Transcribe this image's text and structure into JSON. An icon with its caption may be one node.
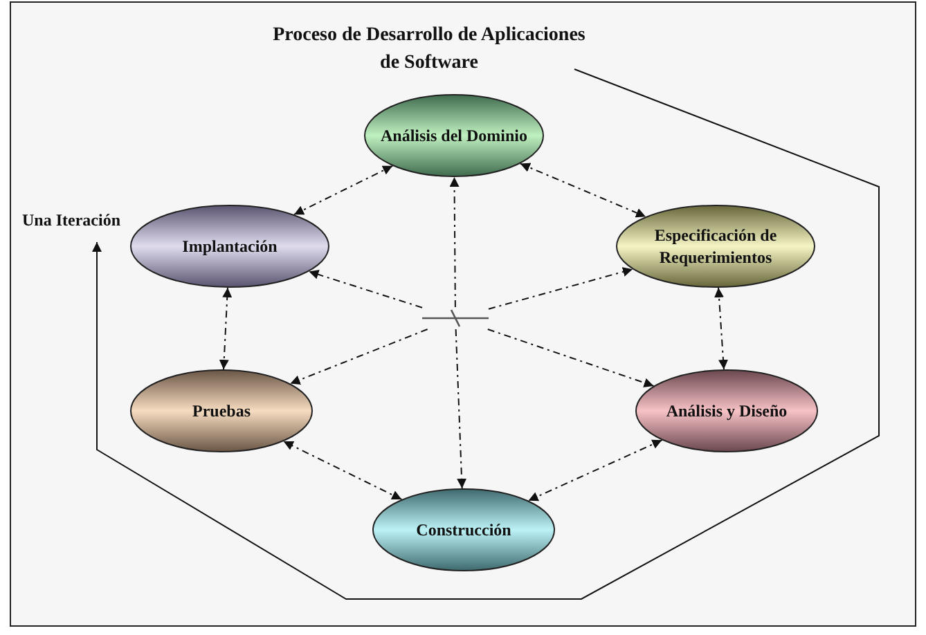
{
  "diagram": {
    "title": "Proceso de Desarrollo de Aplicaciones de Software",
    "nodes": [
      {
        "text": [
          "Análisis del Dominio"
        ]
      },
      {
        "text": [
          "Implantación"
        ]
      },
      {
        "text": [
          "Especificación de Requerimientos"
        ]
      },
      {
        "text": [
          "Pruebas"
        ]
      },
      {
        "text": [
          "Análisis y Diseño"
        ]
      },
      {
        "text": [
          "Construcción"
        ]
      },
      {
        "text": [
          "Una Iteración"
        ]
      },
      {
        "text": [],
        "shape": "cross"
      }
    ],
    "edges": [
      {
        "from": 0,
        "to": 2,
        "arrow": "both",
        "style": "dashed"
      },
      {
        "from": 2,
        "to": 4,
        "arrow": "both",
        "style": "dashed"
      },
      {
        "from": 4,
        "to": 5,
        "arrow": "both",
        "style": "dashed"
      },
      {
        "from": 5,
        "to": 3,
        "arrow": "both",
        "style": "dashed"
      },
      {
        "from": 3,
        "to": 1,
        "arrow": "both",
        "style": "dashed"
      },
      {
        "from": 1,
        "to": 0,
        "arrow": "both",
        "style": "dashed"
      },
      {
        "from": 7,
        "to": 0,
        "arrow": "to",
        "style": "dashed"
      },
      {
        "from": 7,
        "to": 2,
        "arrow": "to",
        "style": "dashed"
      },
      {
        "from": 7,
        "to": 4,
        "arrow": "to",
        "style": "dashed"
      },
      {
        "from": 7,
        "to": 5,
        "arrow": "to",
        "style": "dashed"
      },
      {
        "from": 7,
        "to": 3,
        "arrow": "to",
        "style": "dashed"
      },
      {
        "from": 7,
        "to": 1,
        "arrow": "to",
        "style": "dashed"
      },
      {
        "from": null,
        "to": 6,
        "arrow": "to"
      }
    ]
  }
}
